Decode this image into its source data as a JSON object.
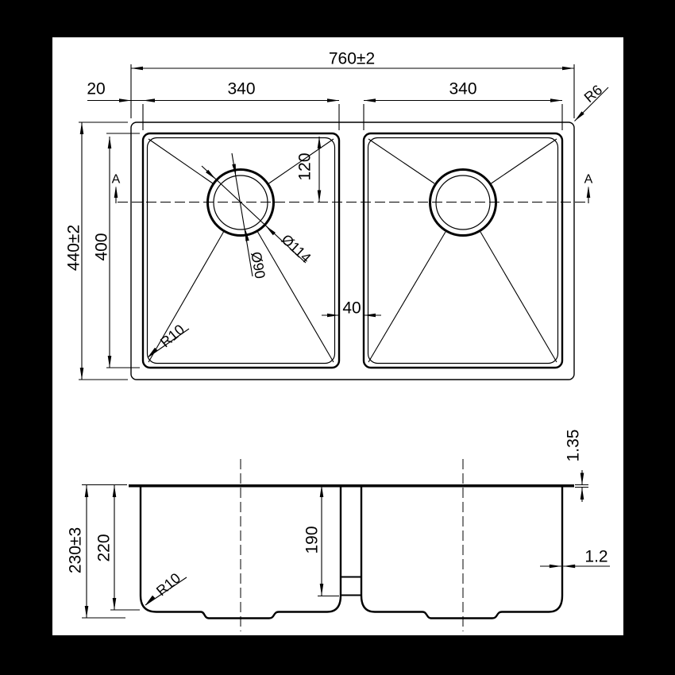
{
  "drawing": {
    "description": "Technical drawing of double bowl undermount sink, plan view and section view",
    "colors": {
      "paper": "#ffffff",
      "ink": "#000000",
      "margin": "#000000"
    }
  },
  "top_view": {
    "dims": {
      "overall_width": "760±2",
      "rim": "20",
      "bowl_width_left": "340",
      "bowl_width_right": "340",
      "corner_radius": "R6",
      "overall_depth": "440±2",
      "bowl_depth": "400",
      "drain_offset": "120",
      "divider_width": "40",
      "drain_outer_dia": "Ø114",
      "drain_inner_dia": "Ø90",
      "bowl_corner_radius": "R10",
      "section_marker_left": "A",
      "section_marker_right": "A"
    }
  },
  "section_view": {
    "dims": {
      "overall_height": "230±3",
      "inner_height": "220",
      "divider_height": "190",
      "bottom_radius": "R10",
      "flange_thickness": "1.35",
      "wall_thickness": "1.2"
    }
  }
}
